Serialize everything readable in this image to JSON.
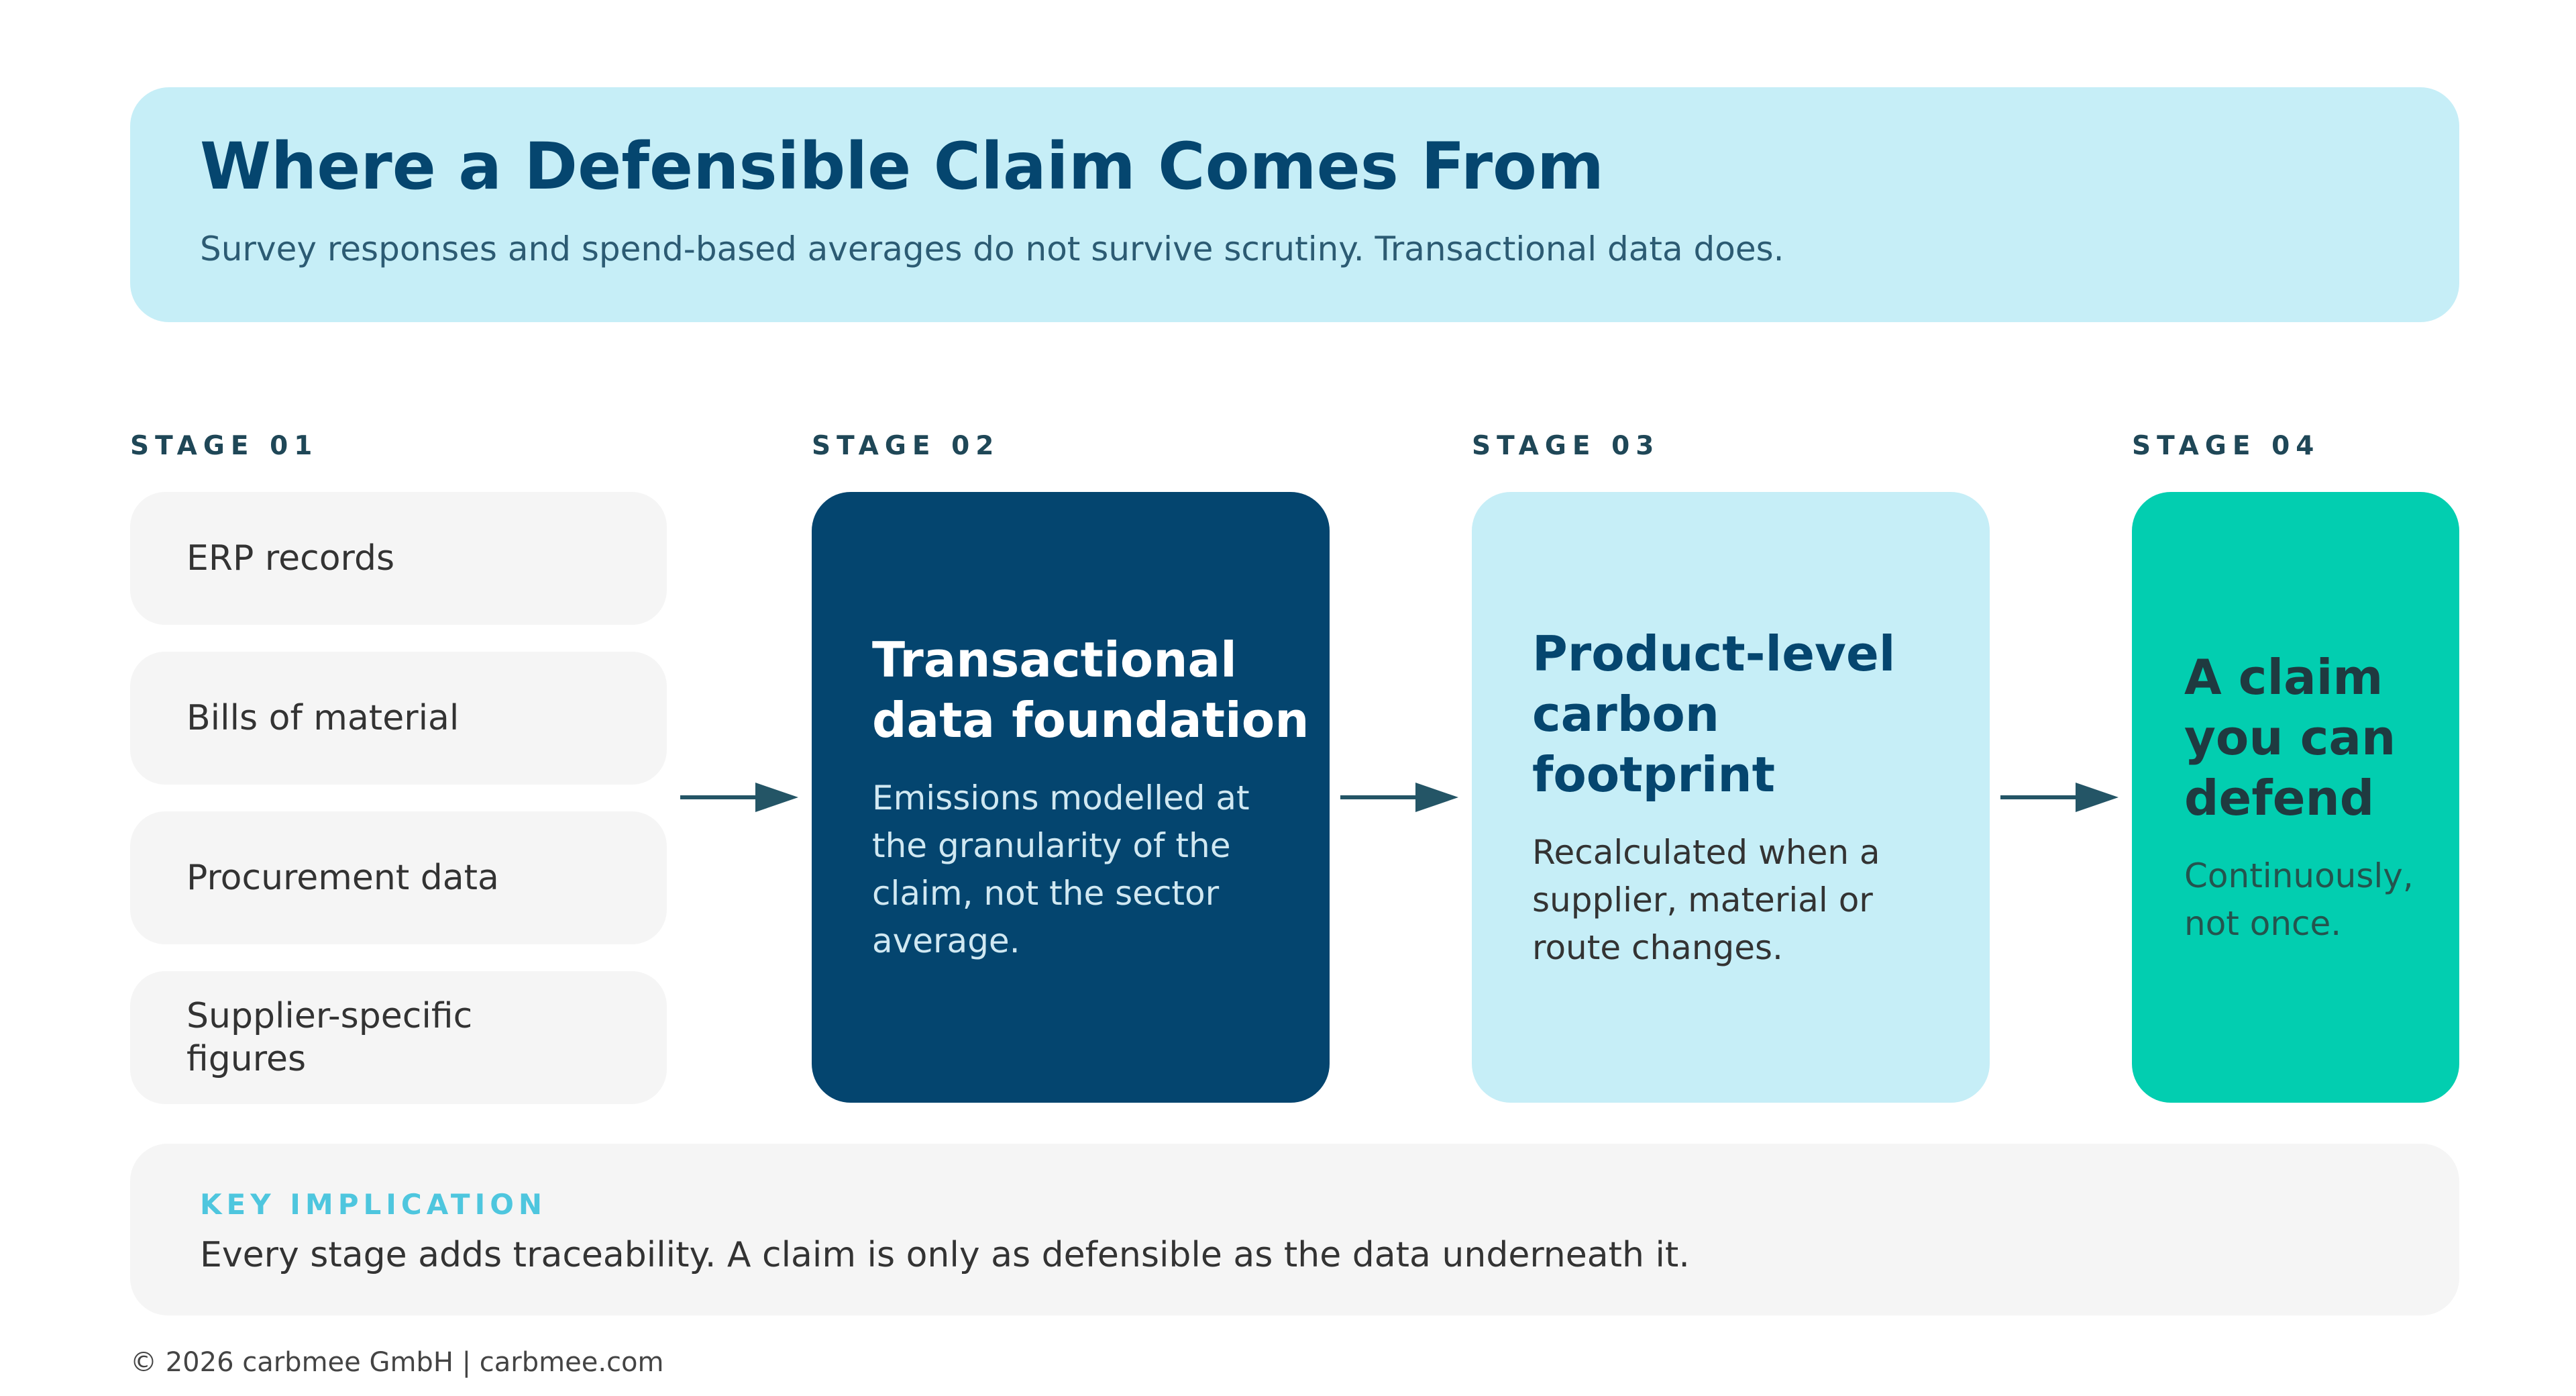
{
  "header": {
    "title": "Where a Defensible Claim Comes From",
    "subtitle": "Survey responses and spend-based averages do not survive scrutiny. Transactional data does."
  },
  "stages": [
    {
      "label": "STAGE 01"
    },
    {
      "label": "STAGE 02"
    },
    {
      "label": "STAGE 03"
    },
    {
      "label": "STAGE 04"
    }
  ],
  "sources": [
    {
      "label": "ERP records"
    },
    {
      "label": "Bills of material"
    },
    {
      "label": "Procurement data"
    },
    {
      "label": "Supplier-specific figures"
    }
  ],
  "cards": [
    {
      "title": "Transactional data foundation",
      "description": "Emissions modelled at the granularity of the claim, not the sector average."
    },
    {
      "title": "Product-level carbon footprint",
      "description": "Recalculated when a supplier, material or route changes."
    },
    {
      "title": "A claim you can defend",
      "description": "Continuously, not once."
    }
  ],
  "implication": {
    "label": "KEY IMPLICATION",
    "text": "Every stage adds traceability. A claim is only as defensible as the data underneath it."
  },
  "footer": {
    "copyright": "© 2026 carbmee GmbH | carbmee.com"
  },
  "colors": {
    "navy": "#04456f",
    "light_blue": "#c6eef7",
    "teal": "#02ceb0",
    "accent": "#4ec6de",
    "arrow": "#245566"
  }
}
